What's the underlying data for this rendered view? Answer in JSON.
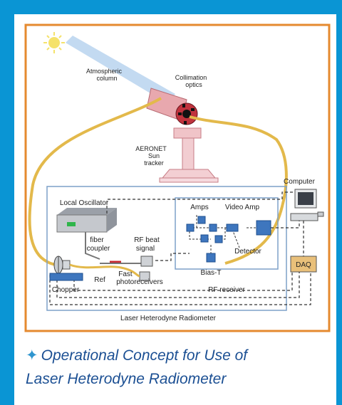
{
  "colors": {
    "frame_blue": "#0a95d4",
    "orange_border": "#e58a2f",
    "cable_yellow": "#e3b94b",
    "box_blue": "#3e76be",
    "caption_blue": "#1b4f93",
    "star_blue": "#2f95cf"
  },
  "diagram": {
    "labels": {
      "atmospheric_column": [
        "Atmospheric",
        "column"
      ],
      "collimation_optics": [
        "Collimation",
        "optics"
      ],
      "aeronet_sun_tracker": [
        "AERONET",
        "Sun",
        "tracker"
      ],
      "computer": "Computer",
      "local_oscillator": "Local Oscillator",
      "amps": "Amps",
      "video_amp": "Video Amp",
      "fiber_coupler": [
        "fiber",
        "coupler"
      ],
      "rf_beat_signal": [
        "RF beat",
        "signal"
      ],
      "detector": "Detector",
      "bias_t": "Bias-T",
      "daq": "DAQ",
      "fast_photoreceivers": [
        "Fast",
        "photoreceivers"
      ],
      "ref": "Ref",
      "chopper": "Chopper",
      "rf_receiver": "RF receiver",
      "laser_heterodyne_radiometer": "Laser Heterodyne Radiometer"
    }
  },
  "caption": {
    "star": "✦",
    "lines": [
      "Operational Concept for Use of",
      "Laser Heterodyne Radiometer"
    ]
  }
}
